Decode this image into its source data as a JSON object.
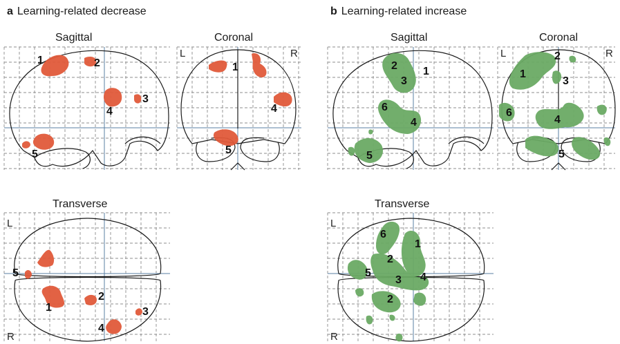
{
  "panels": [
    {
      "letter": "a",
      "title": "Learning-related decrease",
      "color": "#e05a3a",
      "views": {
        "sagittal": {
          "title": "Sagittal",
          "labels": [
            "1",
            "2",
            "3",
            "4",
            "5"
          ]
        },
        "coronal": {
          "title": "Coronal",
          "left": "L",
          "right": "R",
          "labels": [
            "1",
            "4",
            "5"
          ]
        },
        "transverse": {
          "title": "Transverse",
          "left": "L",
          "right": "R",
          "labels": [
            "5",
            "1",
            "2",
            "3",
            "4"
          ]
        }
      }
    },
    {
      "letter": "b",
      "title": "Learning-related increase",
      "color": "#6aaa64",
      "views": {
        "sagittal": {
          "title": "Sagittal",
          "labels": [
            "2",
            "1",
            "3",
            "6",
            "4",
            "5"
          ]
        },
        "coronal": {
          "title": "Coronal",
          "left": "L",
          "right": "R",
          "labels": [
            "2",
            "1",
            "3",
            "6",
            "4",
            "5"
          ]
        },
        "transverse": {
          "title": "Transverse",
          "left": "L",
          "right": "R",
          "labels": [
            "6",
            "1",
            "2",
            "5",
            "3",
            "4",
            "2"
          ]
        }
      }
    }
  ]
}
